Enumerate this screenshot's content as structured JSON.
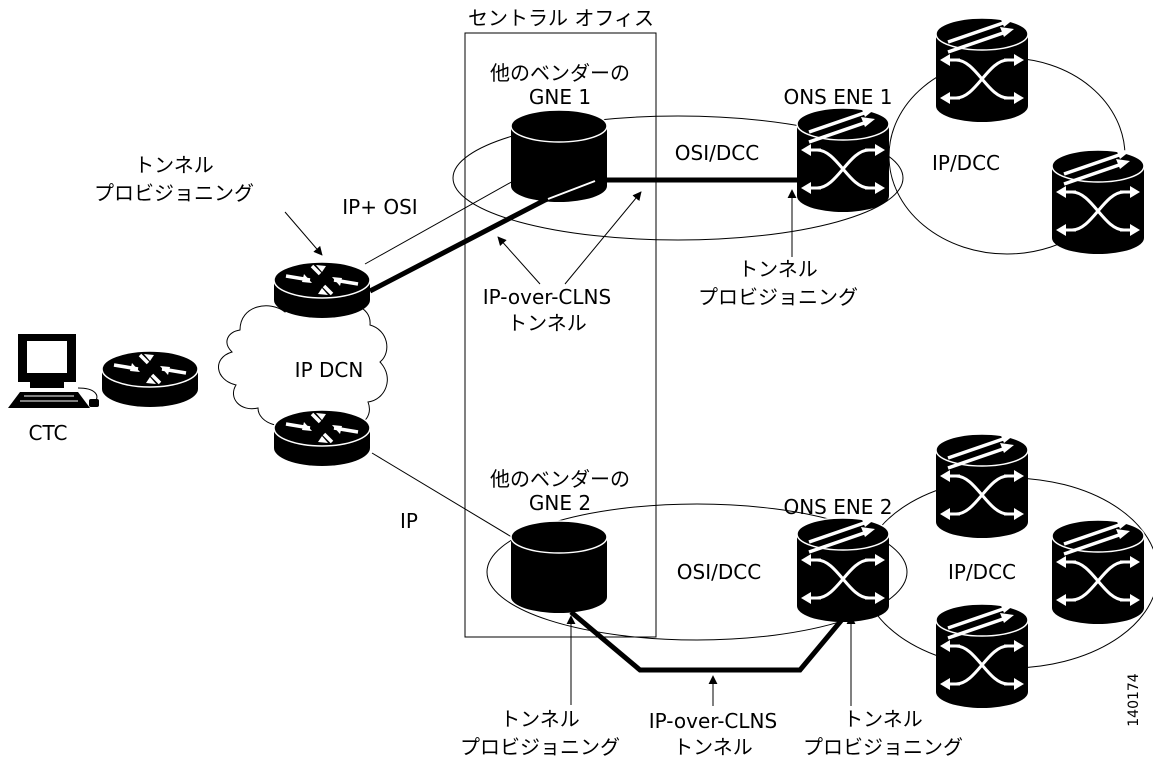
{
  "central_office": {
    "label": "セントラル オフィス"
  },
  "gne1": {
    "line1": "他のベンダーの",
    "line2": "GNE 1"
  },
  "gne2": {
    "line1": "他のベンダーの",
    "line2": "GNE 2"
  },
  "ene1": {
    "label": "ONS ENE 1"
  },
  "ene2": {
    "label": "ONS ENE 2"
  },
  "ring1_label": "IP/DCC",
  "ring2_label": "IP/DCC",
  "link1_label": "OSI/DCC",
  "link2_label": "OSI/DCC",
  "ip_osi_label": "IP+ OSI",
  "ip_label": "IP",
  "dcn_label": "IP DCN",
  "ctc_label": "CTC",
  "tunnel_prov": {
    "line1": "トンネル",
    "line2": "プロビジョニング"
  },
  "ipclns": {
    "line1": "IP-over-CLNS",
    "line2": "トンネル"
  },
  "figure_id": "140174",
  "colors": {
    "ink": "#000000",
    "paper": "#ffffff"
  }
}
